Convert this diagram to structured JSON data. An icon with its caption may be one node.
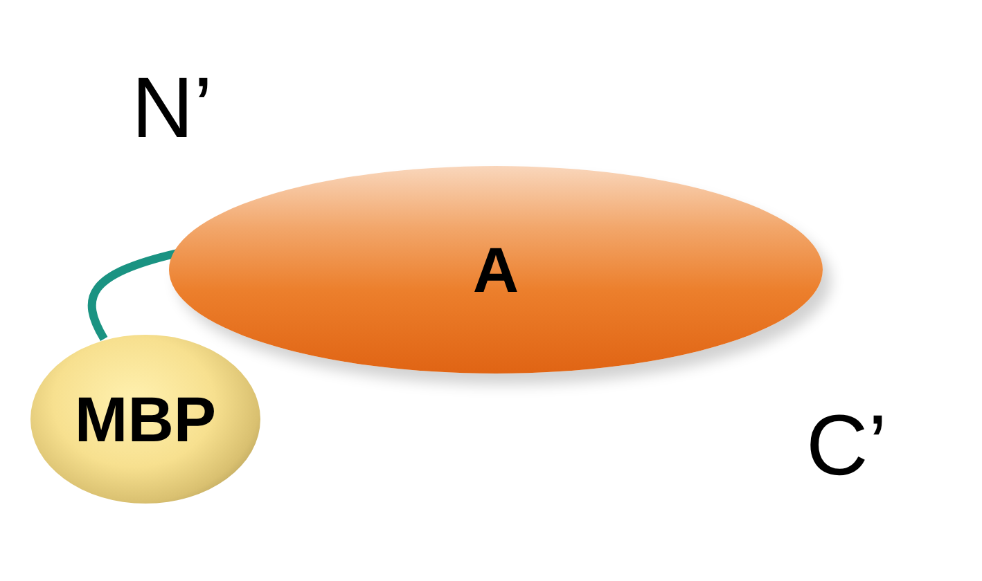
{
  "diagram": {
    "nodes": [
      {
        "text": [
          "A"
        ]
      },
      {
        "text": [
          "MBP"
        ]
      }
    ],
    "edges": [
      {
        "from": 1,
        "to": 0,
        "arrow": "none",
        "color": "#1a9382"
      }
    ],
    "labels": [
      "N’",
      "C’"
    ]
  }
}
